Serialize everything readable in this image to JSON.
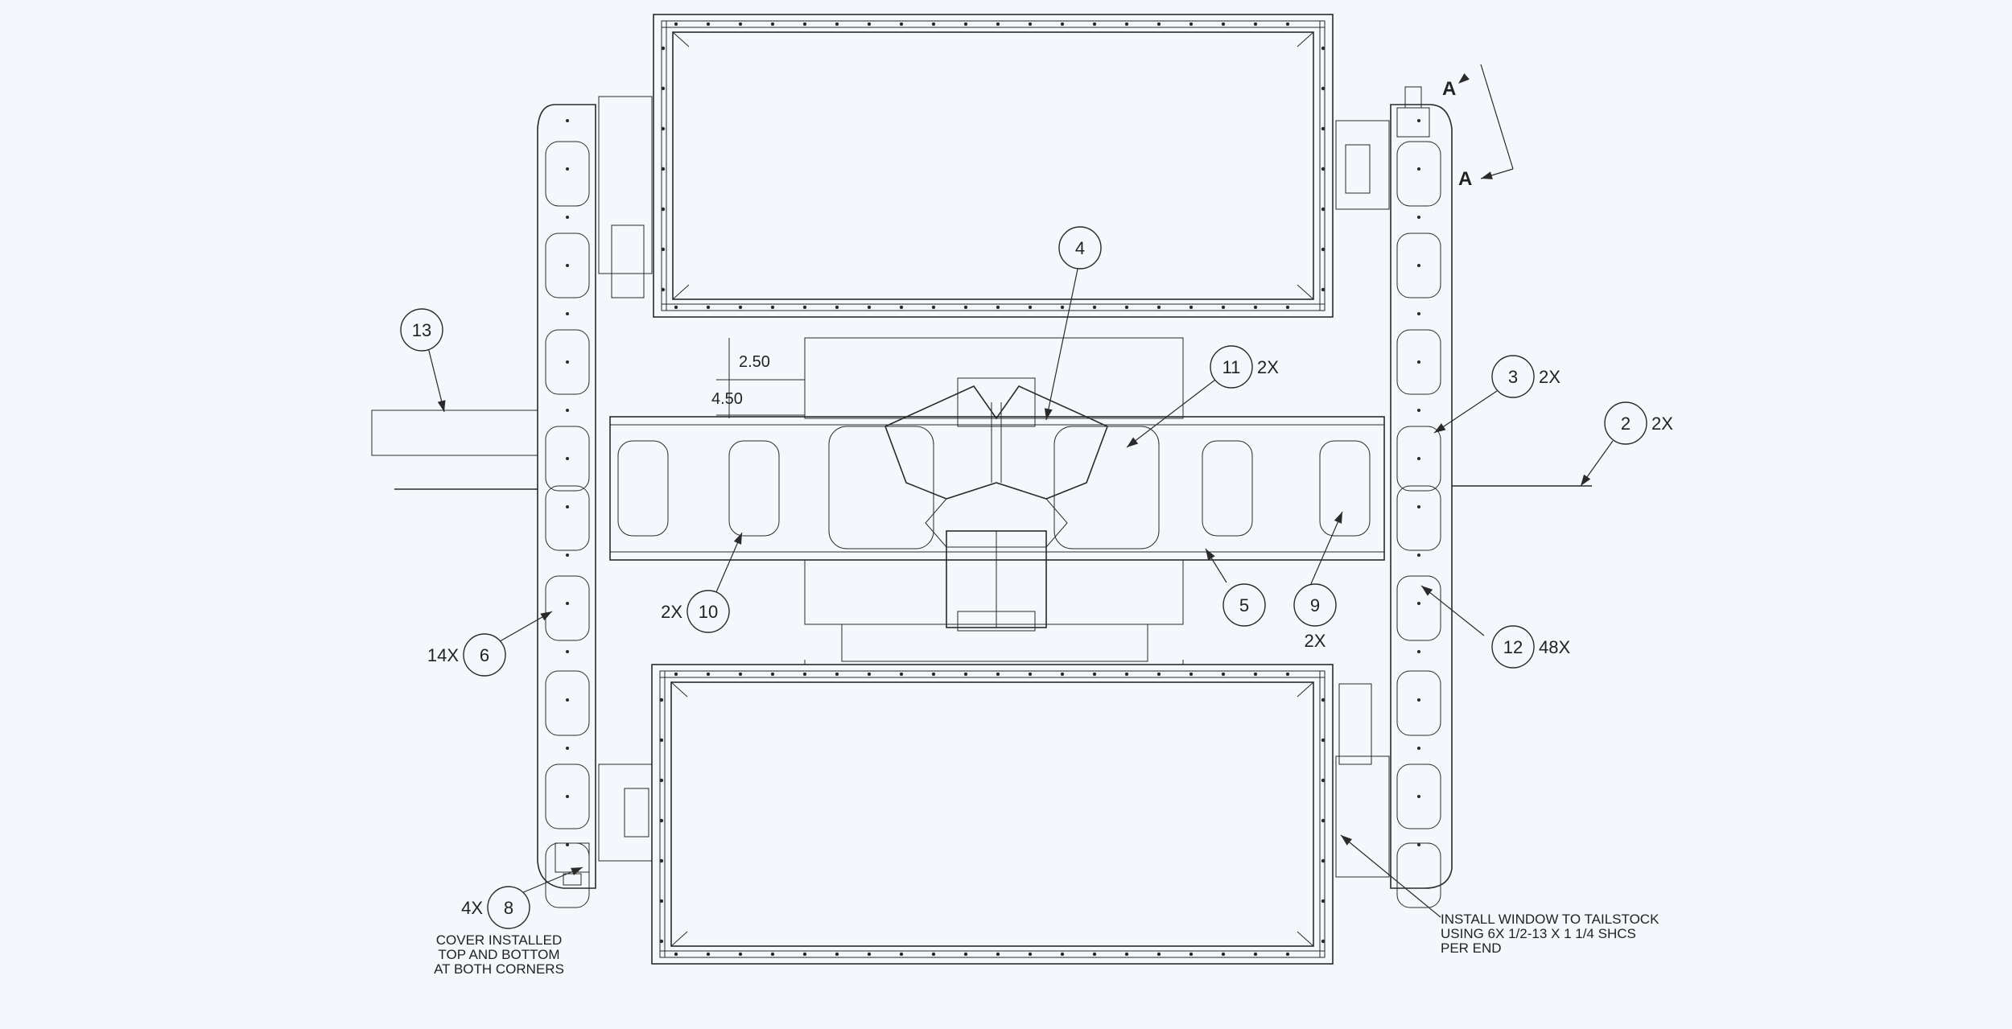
{
  "balloons": [
    {
      "id": "balloon-13",
      "num": "13",
      "qty": ""
    },
    {
      "id": "balloon-4",
      "num": "4",
      "qty": ""
    },
    {
      "id": "balloon-11",
      "num": "11",
      "qty": "2X"
    },
    {
      "id": "balloon-3",
      "num": "3",
      "qty": "2X"
    },
    {
      "id": "balloon-2",
      "num": "2",
      "qty": "2X"
    },
    {
      "id": "balloon-10",
      "num": "10",
      "qty": "2X"
    },
    {
      "id": "balloon-5",
      "num": "5",
      "qty": ""
    },
    {
      "id": "balloon-9",
      "num": "9",
      "qty": "2X"
    },
    {
      "id": "balloon-12",
      "num": "12",
      "qty": "48X"
    },
    {
      "id": "balloon-6",
      "num": "6",
      "qty": "14X"
    },
    {
      "id": "balloon-8",
      "num": "8",
      "qty": "4X"
    }
  ],
  "dimensions": {
    "dim_a": "2.50",
    "dim_b": "4.50"
  },
  "section_marks": {
    "upper": "A",
    "lower": "A"
  },
  "notes": {
    "cover": [
      "COVER INSTALLED",
      "TOP AND BOTTOM",
      "AT BOTH CORNERS"
    ],
    "window": [
      "INSTALL WINDOW TO TAILSTOCK",
      "USING 6X 1/2-13 X 1 1/4 SHCS",
      "PER END"
    ]
  }
}
